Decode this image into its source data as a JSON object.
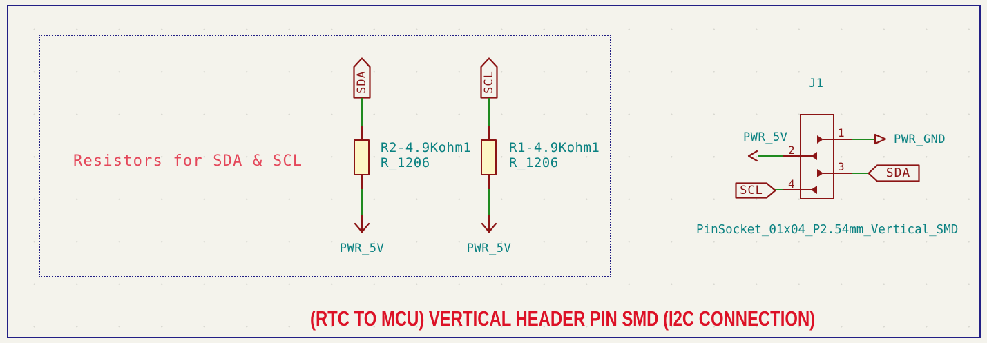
{
  "colors": {
    "background": "#f4f3ec",
    "sheet_border": "#221f85",
    "symbol_outline": "#8c1515",
    "wire": "#1f8a1f",
    "field_text": "#0a8181",
    "note_text": "#e4475a",
    "title_text": "#dc1126",
    "resistor_fill": "#fdf6c5"
  },
  "group": {
    "note": "Resistors for SDA & SCL"
  },
  "resistors": [
    {
      "net_label": "SDA",
      "ref_value": "R2-4.9Kohm1",
      "footprint": "R_1206",
      "power_net": "PWR_5V"
    },
    {
      "net_label": "SCL",
      "ref_value": "R1-4.9Kohm1",
      "footprint": "R_1206",
      "power_net": "PWR_5V"
    }
  ],
  "connector": {
    "reference": "J1",
    "footprint": "PinSocket_01x04_P2.54mm_Vertical_SMD",
    "pins": [
      {
        "number": "1",
        "net": "PWR_GND"
      },
      {
        "number": "2",
        "net": "PWR_5V"
      },
      {
        "number": "3",
        "net": "SDA"
      },
      {
        "number": "4",
        "net": "SCL"
      }
    ]
  },
  "sheet_title": "(RTC TO MCU) VERTICAL HEADER PIN SMD (I2C CONNECTION)"
}
